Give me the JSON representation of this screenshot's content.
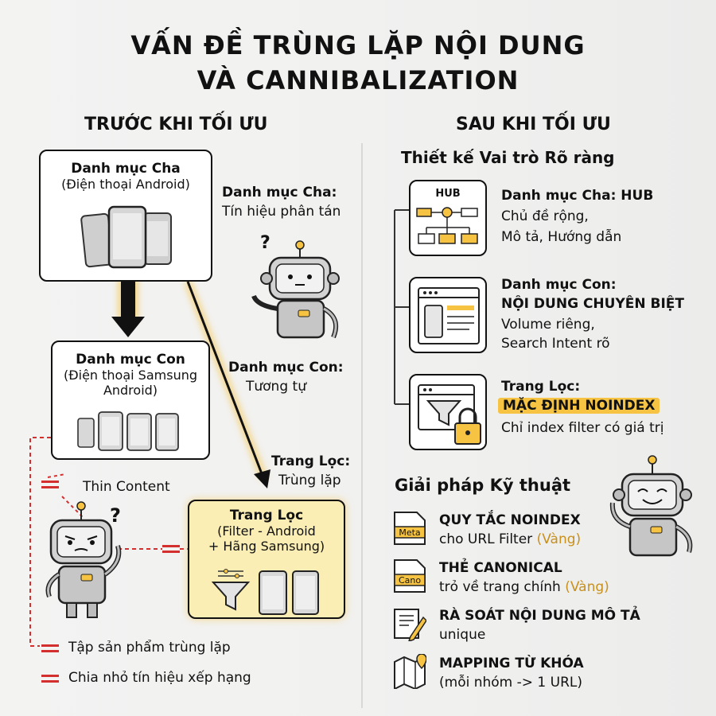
{
  "title": {
    "line1": "VẤN ĐỀ TRÙNG LẶP NỘI DUNG",
    "line2": "VÀ CANNIBALIZATION"
  },
  "left": {
    "heading": "TRƯỚC KHI TỐI ƯU",
    "parent_box": {
      "title": "Danh mục Cha",
      "subtitle": "(Điện thoại Android)"
    },
    "child_box": {
      "title": "Danh mục Con",
      "subtitle_line1": "(Điện thoại Samsung",
      "subtitle_line2": "Android)"
    },
    "filter_box": {
      "title": "Trang Lọc",
      "line1": "(Filter - Android",
      "line2": "+ Hãng Samsung)"
    },
    "annot_parent": {
      "title": "Danh mục Cha:",
      "desc": "Tín hiệu phân tán"
    },
    "annot_child": {
      "title": "Danh mục Con:",
      "desc": "Tương tự"
    },
    "annot_filter": {
      "title": "Trang Lọc:",
      "desc": "Trùng lặp"
    },
    "thin_content": "Thin Content",
    "problems": [
      "Tập sản phẩm trùng lặp",
      "Chia nhỏ tín hiệu xếp hạng"
    ],
    "question_mark": "?"
  },
  "right": {
    "heading": "SAU KHI TỐI ƯU",
    "subheading": "Thiết kế Vai trò Rõ ràng",
    "roles": [
      {
        "icon_label": "HUB",
        "title": "Danh mục Cha: HUB",
        "lines": [
          "Chủ đề rộng,",
          "Mô tả, Hướng dẫn"
        ]
      },
      {
        "title": "Danh mục Con:",
        "title2": "NỘI DUNG CHUYÊN BIỆT",
        "lines": [
          "Volume riêng,",
          "Search Intent rõ"
        ]
      },
      {
        "title": "Trang Lọc:",
        "highlight": "MẶC ĐỊNH NOINDEX",
        "lines": [
          "Chỉ index filter có giá trị"
        ]
      }
    ],
    "solutions_heading": "Giải pháp Kỹ thuật",
    "solutions": [
      {
        "icon_label": "Meta",
        "title": "QUY TẮC NOINDEX",
        "desc": "cho URL Filter",
        "tag": "(Vàng)"
      },
      {
        "icon_label": "Cano",
        "title": "THẺ CANONICAL",
        "desc": "trỏ về trang chính",
        "tag": "(Vàng)"
      },
      {
        "title": "RÀ SOÁT NỘI DUNG MÔ TẢ",
        "desc": "unique"
      },
      {
        "title": "MAPPING TỪ KHÓA",
        "desc": "(mỗi nhóm -> 1 URL)"
      }
    ]
  },
  "colors": {
    "accent_yellow": "#f6c343",
    "box_yellow": "#fbeeb4",
    "red": "#d32f2f",
    "robot_gray": "#c9c9c9"
  },
  "icons": [
    "phone-icon",
    "robot-icon",
    "funnel-icon",
    "lock-icon",
    "hub-diagram-icon",
    "browser-icon",
    "meta-doc-icon",
    "cano-doc-icon",
    "edit-icon",
    "map-icon"
  ]
}
